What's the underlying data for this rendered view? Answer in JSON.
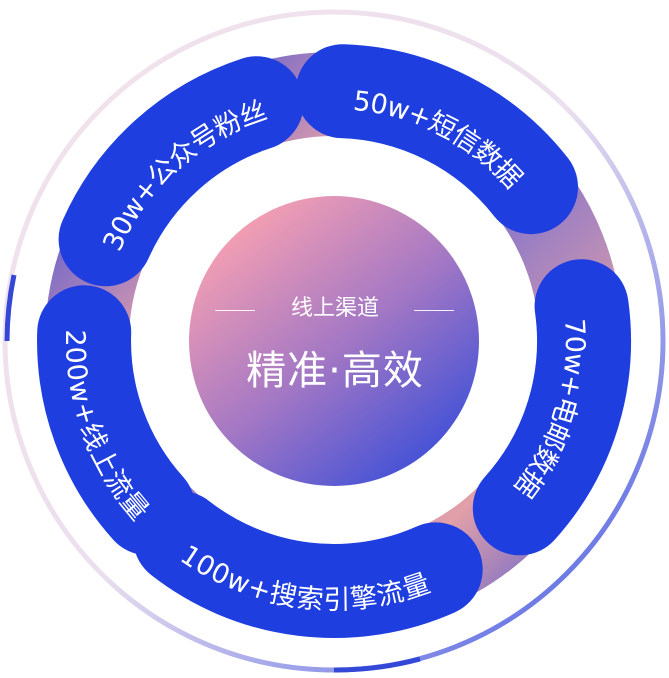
{
  "center": {
    "subtitle": "线上渠道",
    "title": "精准·高效"
  },
  "channels": [
    {
      "label": "50w+短信数据"
    },
    {
      "label": "70w+电邮数据"
    },
    {
      "label": "100w+搜索引擎流量"
    },
    {
      "label": "200w+线上流量"
    },
    {
      "label": "30w+公众号粉丝"
    }
  ],
  "colors": {
    "pill": "#1f3ee0",
    "pink": "#f5a0b0",
    "blue": "#3a4fdc"
  }
}
